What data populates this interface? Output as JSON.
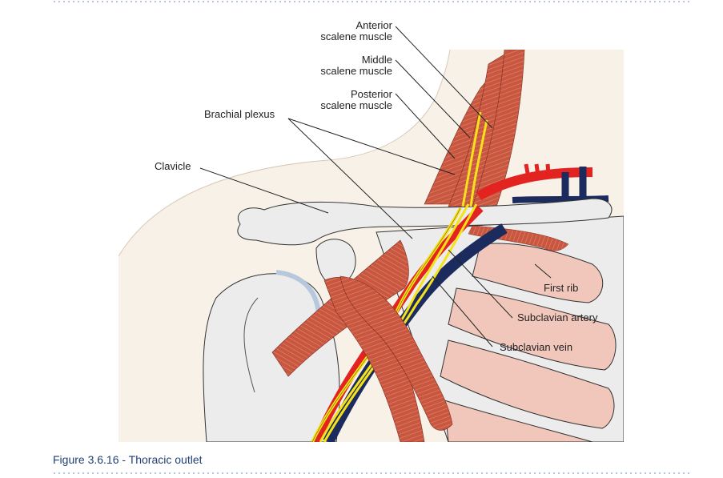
{
  "figure": {
    "labels": {
      "anterior_1": "Anterior",
      "anterior_2": "scalene muscle",
      "middle_1": "Middle",
      "middle_2": "scalene muscle",
      "posterior_1": "Posterior",
      "posterior_2": "scalene muscle",
      "brachial_plexus": "Brachial plexus",
      "clavicle": "Clavicle",
      "first_rib": "First rib",
      "subclavian_artery": "Subclavian artery",
      "subclavian_vein": "Subclavian vein"
    },
    "caption": "Figure 3.6.16 - Thoracic outlet"
  },
  "colors": {
    "background_skin": "#f8f1e8",
    "bone": "#ececec",
    "muscle": "#c4513c",
    "nerve": "#f5e21a",
    "artery": "#e3231f",
    "vein": "#1c2b5e",
    "caption": "#1f3f72"
  }
}
